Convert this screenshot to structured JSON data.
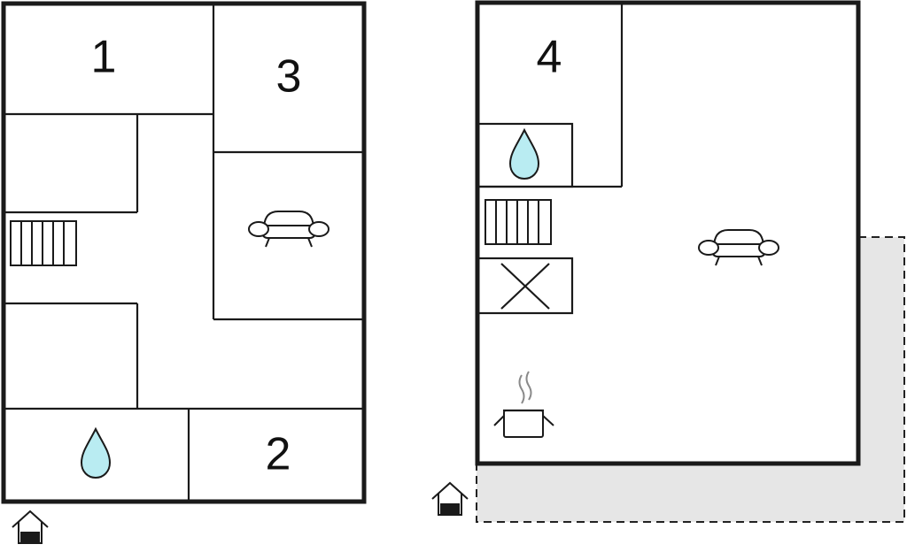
{
  "floor_plans": [
    {
      "id": "ground-floor",
      "rooms": [
        {
          "key": "bedroom-1",
          "label": "1"
        },
        {
          "key": "bedroom-2",
          "label": "2"
        },
        {
          "key": "bedroom-3",
          "label": "3"
        }
      ],
      "icons": [
        "stairs-icon",
        "sofa-icon",
        "bathroom-drop-icon",
        "entrance-house-icon"
      ]
    },
    {
      "id": "upper-floor",
      "rooms": [
        {
          "key": "bedroom-4",
          "label": "4"
        }
      ],
      "icons": [
        "bathroom-drop-icon",
        "stairs-icon",
        "void-cross-icon",
        "sofa-icon",
        "kitchen-pot-icon",
        "entrance-house-icon"
      ],
      "has_terrace": true
    }
  ],
  "colors": {
    "wall": "#1a1a1a",
    "water": "#b9ecf2",
    "terrace": "#e6e6e6"
  }
}
